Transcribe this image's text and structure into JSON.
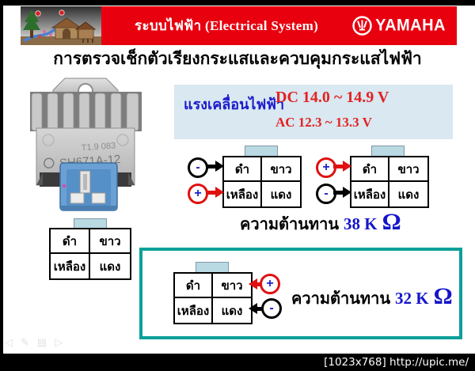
{
  "colors": {
    "banner_red": "#e8000f",
    "voltage_box_bg": "#d9e8f1",
    "tab_blue": "#b9d9e3",
    "green_frame": "#0aa09a",
    "value_blue": "#1414cc",
    "value_red": "#e32222",
    "probe_plus_red": "#e01010",
    "probe_sign_blue": "#1c1ccd"
  },
  "header": {
    "title": "ระบบไฟฟ้า (Electrical System)",
    "brand": "YAMAHA"
  },
  "page_title": "การตรวจเช็กตัวเรียงกระแสและควบคุมกระแสไฟฟ้า",
  "photo": {
    "marking1": "T1.9  083",
    "marking2": "SH671A-12"
  },
  "voltage": {
    "label": "แรงเคลื่อนไฟฟ้า",
    "dc": "DC  14.0 ~ 14.9 V",
    "ac": "AC  12.3 ~ 13.3 V"
  },
  "connector": {
    "tl": "ดำ",
    "tr": "ขาว",
    "bl": "เหลือง",
    "br": "แดง"
  },
  "probes": {
    "plus": "+",
    "minus": "-"
  },
  "resistance1": {
    "label": "ความต้านทาน",
    "value": "38 K",
    "omega": "Ω"
  },
  "resistance2": {
    "label": "ความต้านทาน",
    "value": "32 K",
    "omega": "Ω"
  },
  "toolbar": {
    "icons": [
      {
        "name": "previous-slide",
        "glyph": "◁"
      },
      {
        "name": "pen",
        "glyph": "✎"
      },
      {
        "name": "slide-menu",
        "glyph": "▤"
      },
      {
        "name": "next-slide",
        "glyph": "▷"
      }
    ]
  },
  "footer": {
    "text": "[1023x768] http://upic.me/"
  }
}
